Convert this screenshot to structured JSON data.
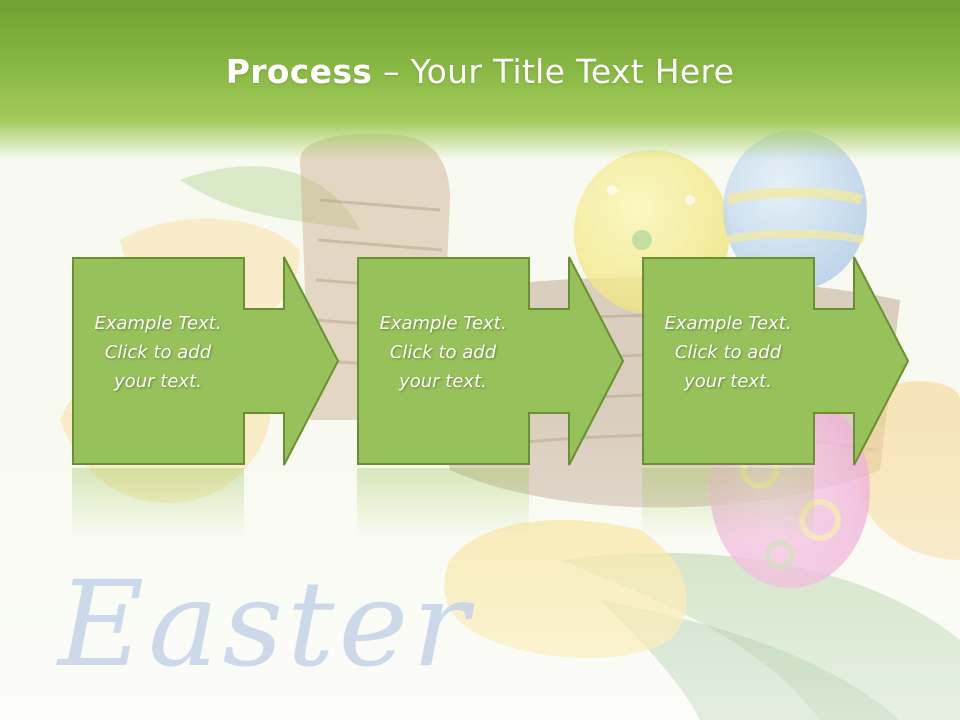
{
  "title": {
    "bold": "Process",
    "rest": " – Your Title Text Here"
  },
  "steps": [
    {
      "line1": "Example Text.",
      "line2": "Click  to add",
      "line3": "your text."
    },
    {
      "line1": "Example Text.",
      "line2": "Click  to add",
      "line3": "your text."
    },
    {
      "line1": "Example Text.",
      "line2": "Click  to add",
      "line3": "your text."
    }
  ],
  "background": {
    "watermark": "Easter"
  },
  "colors": {
    "header_dark": "#71a033",
    "header_light": "#a3cb5c",
    "arrow_fill": "#97c25b",
    "arrow_stroke": "#6b8f31"
  },
  "icons": [
    "right-arrow-shape",
    "right-arrow-shape",
    "right-arrow-shape"
  ]
}
